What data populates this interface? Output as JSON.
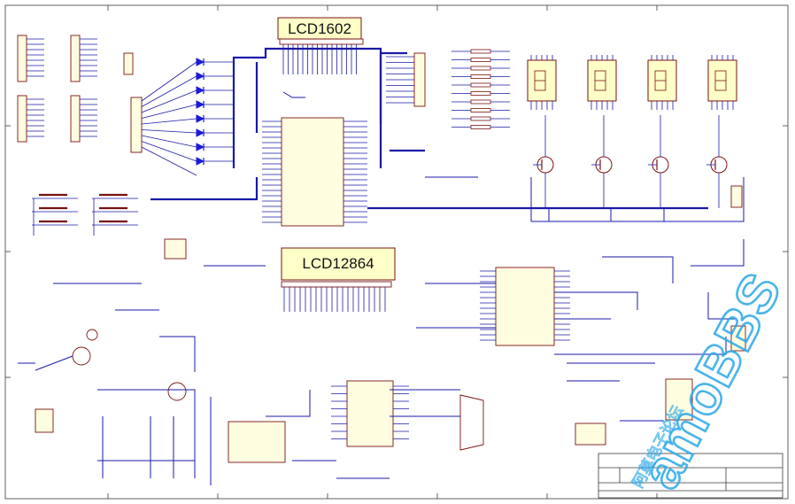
{
  "module_labels": {
    "lcd1602": "LCD1602",
    "lcd12864": "LCD12864"
  },
  "watermark": {
    "brand_latin": "amoBBS",
    "brand_cjk": "阿莫电子论坛"
  },
  "colors": {
    "wire": "#1a1aa8",
    "part": "#7a1212",
    "label_fill": "#ffffc8",
    "led": "#1a1ad8",
    "watermark": "#2aa8e8",
    "frame": "#3a3a3a"
  }
}
